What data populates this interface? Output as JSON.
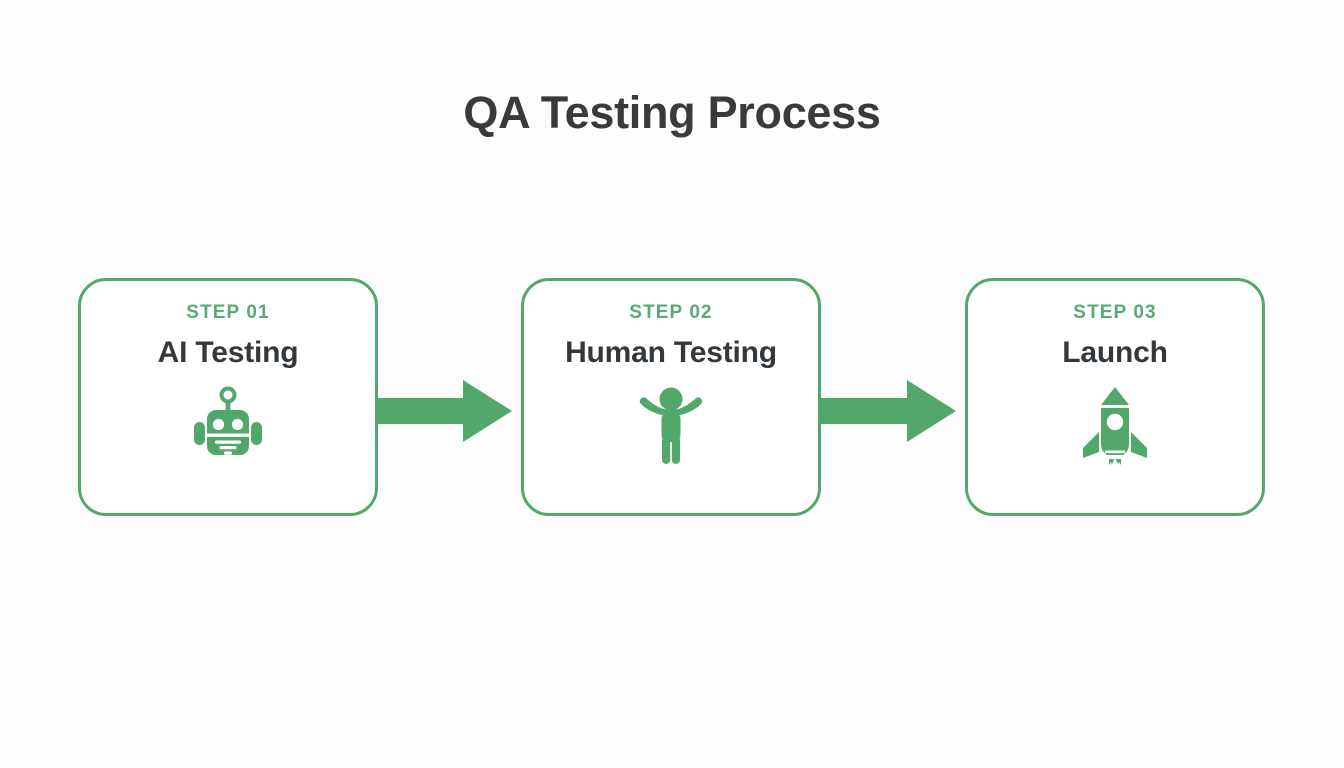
{
  "page": {
    "title": "QA Testing Process",
    "background_color": "#fdfdfd",
    "accent_color": "#52a86b",
    "title_color": "#3a3a3a"
  },
  "flow": {
    "steps": [
      {
        "step_label": "STEP 01",
        "title": "AI Testing",
        "icon": "robot-icon",
        "icon_color": "#52a86b"
      },
      {
        "step_label": "STEP 02",
        "title": "Human Testing",
        "icon": "person-icon",
        "icon_color": "#52a86b"
      },
      {
        "step_label": "STEP 03",
        "title": "Launch",
        "icon": "rocket-icon",
        "icon_color": "#52a86b"
      }
    ],
    "connectors": [
      {
        "icon": "arrow-right-icon",
        "color": "#52a86b"
      },
      {
        "icon": "arrow-right-icon",
        "color": "#52a86b"
      }
    ]
  }
}
